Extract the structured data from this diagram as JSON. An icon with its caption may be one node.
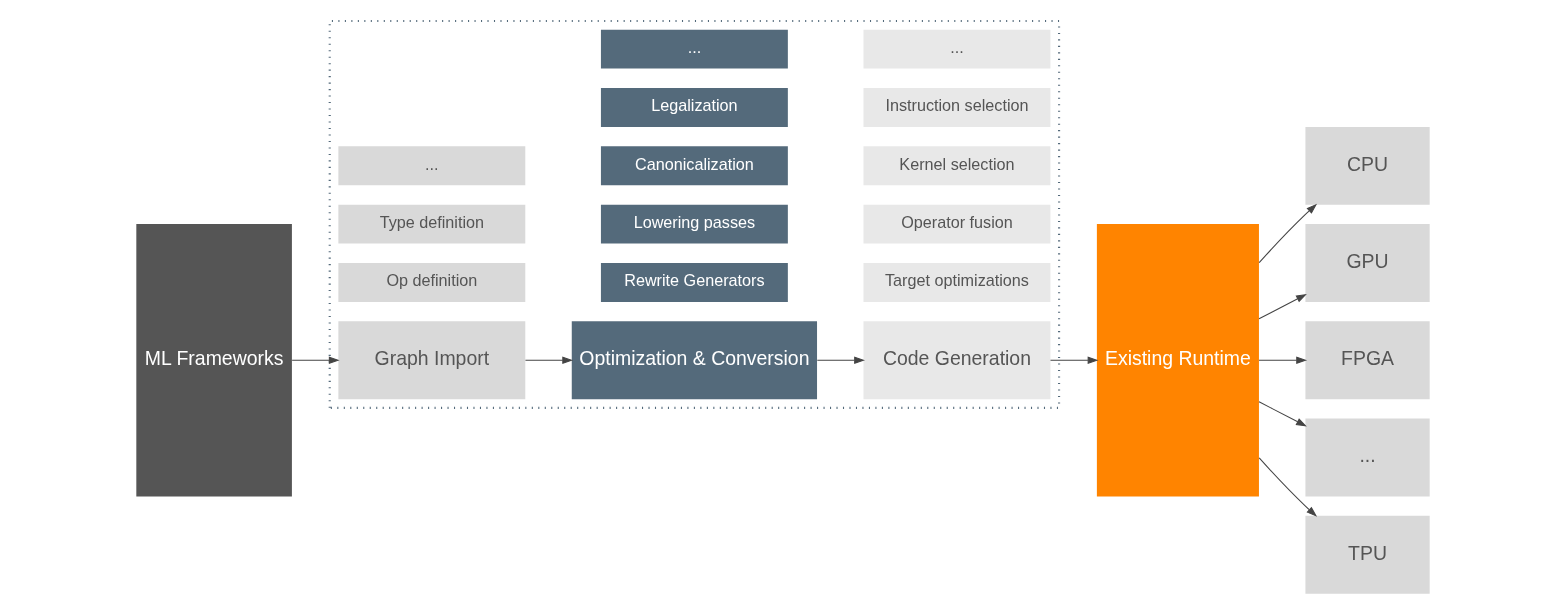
{
  "diagram": {
    "nodes": [
      {
        "text": [],
        "shape": "box"
      },
      {
        "text": [
          "ML Frameworks"
        ]
      },
      {
        "text": [
          "Graph Import"
        ],
        "in": 0
      },
      {
        "text": [
          "Op definition"
        ],
        "in": 0
      },
      {
        "text": [
          "Type definition"
        ],
        "in": 0
      },
      {
        "text": [
          "..."
        ],
        "in": 0
      },
      {
        "text": [
          "Optimization & Conversion"
        ],
        "in": 0
      },
      {
        "text": [
          "Rewrite Generators"
        ],
        "in": 0
      },
      {
        "text": [
          "Lowering passes"
        ],
        "in": 0
      },
      {
        "text": [
          "Canonicalization"
        ],
        "in": 0
      },
      {
        "text": [
          "Legalization"
        ],
        "in": 0
      },
      {
        "text": [
          "..."
        ],
        "in": 0
      },
      {
        "text": [
          "Code Generation"
        ],
        "in": 0
      },
      {
        "text": [
          "Target optimizations"
        ],
        "in": 0
      },
      {
        "text": [
          "Operator fusion"
        ],
        "in": 0
      },
      {
        "text": [
          "Kernel selection"
        ],
        "in": 0
      },
      {
        "text": [
          "Instruction selection"
        ],
        "in": 0
      },
      {
        "text": [
          "..."
        ],
        "in": 0
      },
      {
        "text": [
          "Existing Runtime"
        ]
      },
      {
        "text": [
          "CPU"
        ]
      },
      {
        "text": [
          "GPU"
        ]
      },
      {
        "text": [
          "FPGA"
        ]
      },
      {
        "text": [
          "..."
        ]
      },
      {
        "text": [
          "TPU"
        ]
      }
    ],
    "edges": [
      {
        "from": 1,
        "to": 2,
        "arrow": "to"
      },
      {
        "from": 2,
        "to": 6,
        "arrow": "to"
      },
      {
        "from": 6,
        "to": 12,
        "arrow": "to"
      },
      {
        "from": 12,
        "to": 18,
        "arrow": "to"
      },
      {
        "from": 18,
        "to": 19,
        "arrow": "to"
      },
      {
        "from": 18,
        "to": 20,
        "arrow": "to"
      },
      {
        "from": 18,
        "to": 21,
        "arrow": "to"
      },
      {
        "from": 18,
        "to": 22,
        "arrow": "to"
      },
      {
        "from": 18,
        "to": 23,
        "arrow": "to"
      }
    ]
  }
}
